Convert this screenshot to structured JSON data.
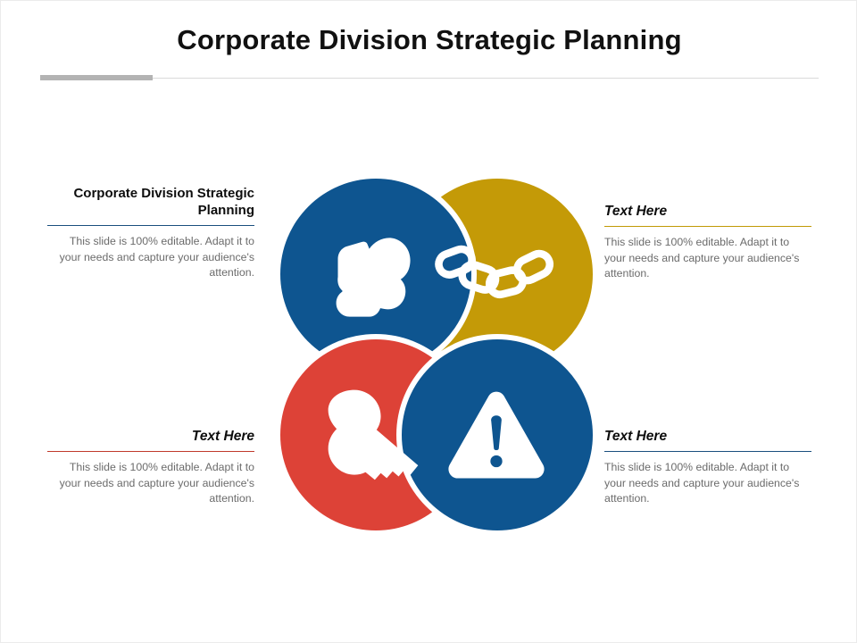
{
  "slide": {
    "title": "Corporate Division Strategic Planning",
    "background_color": "#ffffff",
    "accent_bar_color": "#b3b3b3",
    "rule_color": "#d9d9d9"
  },
  "body_text": "This slide is 100% editable. Adapt it to your needs and capture your audience's attention.",
  "blocks": {
    "top_left": {
      "heading": "Corporate Division Strategic Planning",
      "body": "This slide is 100% editable. Adapt it to your needs and capture your audience's attention.",
      "rule_color": "#1a4f7e",
      "align": "right"
    },
    "top_right": {
      "heading": "Text Here",
      "body": "This slide is 100% editable. Adapt it to your needs and capture your audience's attention.",
      "rule_color": "#c19a06",
      "align": "left"
    },
    "bottom_left": {
      "heading": "Text Here",
      "body": "This slide is 100% editable. Adapt it to your needs and capture your audience's attention.",
      "rule_color": "#c0392b",
      "align": "right"
    },
    "bottom_right": {
      "heading": "Text Here",
      "body": "This slide is 100% editable. Adapt it to your needs and capture your audience's attention.",
      "rule_color": "#1a4f7e",
      "align": "left"
    }
  },
  "diagram": {
    "type": "four-overlapping-circles",
    "circles": [
      {
        "position": "top-left",
        "color": "#0e5590",
        "icon": "muscle-flex-icon"
      },
      {
        "position": "top-right",
        "color": "#c49a07",
        "icon": "chain-link-icon"
      },
      {
        "position": "bottom-left",
        "color": "#dd4237",
        "icon": "key-icon"
      },
      {
        "position": "bottom-right",
        "color": "#0e5590",
        "icon": "warning-triangle-icon"
      }
    ],
    "icon_color": "#ffffff",
    "gap_color": "#ffffff"
  }
}
